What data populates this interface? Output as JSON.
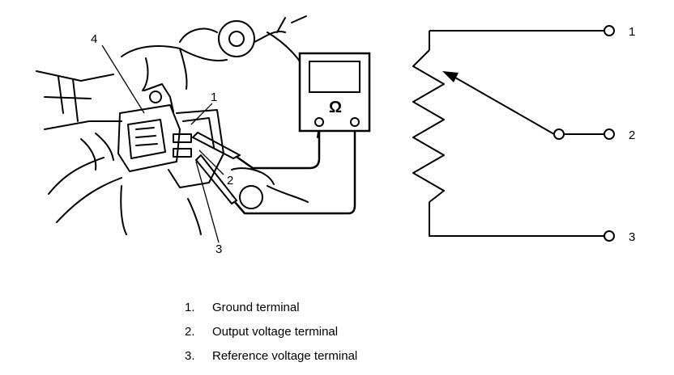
{
  "callouts": {
    "c1": "1",
    "c2": "2",
    "c3": "3",
    "c4": "4"
  },
  "meter": {
    "symbol": "Ω"
  },
  "schematic": {
    "t1": "1",
    "t2": "2",
    "t3": "3"
  },
  "legend": [
    {
      "num": "1.",
      "text": "Ground terminal"
    },
    {
      "num": "2.",
      "text": "Output voltage terminal"
    },
    {
      "num": "3.",
      "text": "Reference voltage terminal"
    }
  ]
}
